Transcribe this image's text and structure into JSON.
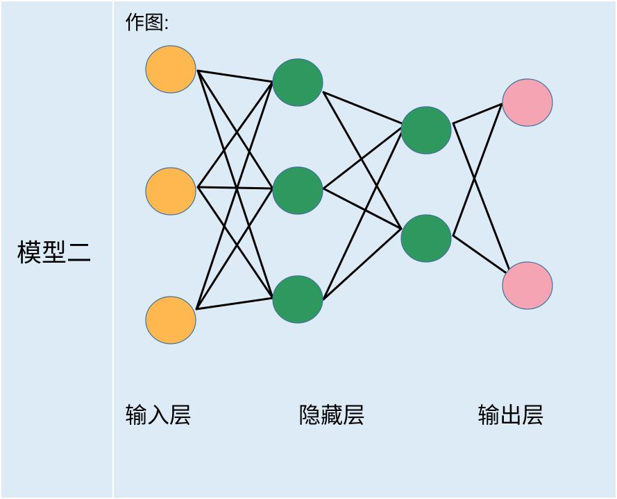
{
  "row_label": "模型二",
  "section_title": "作图:",
  "layer_labels": [
    "输入层",
    "隐藏层",
    "输出层"
  ],
  "network": {
    "layers": [
      {
        "node_count": 3,
        "color": "#ffb84f"
      },
      {
        "node_count": 3,
        "color": "#2e985e"
      },
      {
        "node_count": 2,
        "color": "#2e985e"
      },
      {
        "node_count": 2,
        "color": "#f4a4b2"
      }
    ],
    "edges": [
      [
        0,
        0,
        0
      ],
      [
        0,
        0,
        1
      ],
      [
        0,
        0,
        2
      ],
      [
        0,
        1,
        0
      ],
      [
        0,
        1,
        1
      ],
      [
        0,
        1,
        2
      ],
      [
        0,
        2,
        0
      ],
      [
        0,
        2,
        1
      ],
      [
        0,
        2,
        2
      ],
      [
        1,
        0,
        0
      ],
      [
        1,
        0,
        1
      ],
      [
        1,
        1,
        0
      ],
      [
        1,
        1,
        1
      ],
      [
        1,
        2,
        0
      ],
      [
        1,
        2,
        1
      ],
      [
        2,
        0,
        0
      ],
      [
        2,
        0,
        1
      ],
      [
        2,
        1,
        0
      ],
      [
        2,
        1,
        1
      ]
    ]
  },
  "colors": {
    "background": "#ddebf7",
    "frame": "#ffffff",
    "line": "#000000",
    "node_outline": "#41719c",
    "text": "#000000"
  }
}
